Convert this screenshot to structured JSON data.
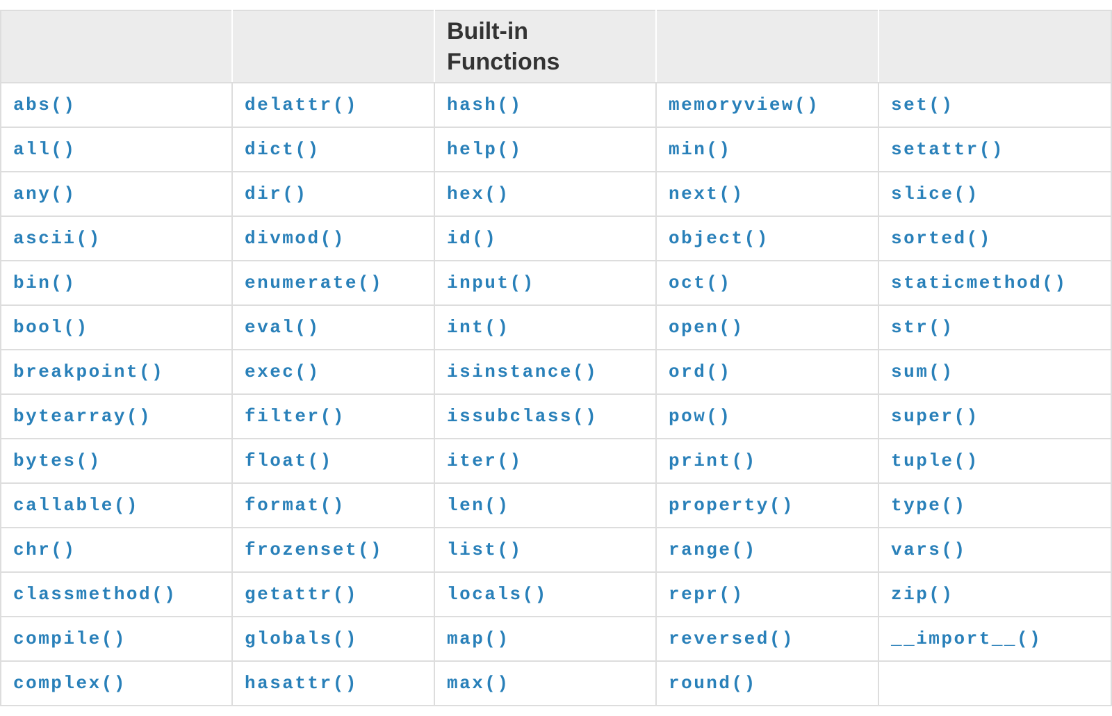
{
  "table": {
    "title": "Built-in Functions",
    "header_cells": [
      "",
      "",
      "Built-in Functions",
      "",
      ""
    ],
    "rows": [
      [
        "abs()",
        "delattr()",
        "hash()",
        "memoryview()",
        "set()"
      ],
      [
        "all()",
        "dict()",
        "help()",
        "min()",
        "setattr()"
      ],
      [
        "any()",
        "dir()",
        "hex()",
        "next()",
        "slice()"
      ],
      [
        "ascii()",
        "divmod()",
        "id()",
        "object()",
        "sorted()"
      ],
      [
        "bin()",
        "enumerate()",
        "input()",
        "oct()",
        "staticmethod()"
      ],
      [
        "bool()",
        "eval()",
        "int()",
        "open()",
        "str()"
      ],
      [
        "breakpoint()",
        "exec()",
        "isinstance()",
        "ord()",
        "sum()"
      ],
      [
        "bytearray()",
        "filter()",
        "issubclass()",
        "pow()",
        "super()"
      ],
      [
        "bytes()",
        "float()",
        "iter()",
        "print()",
        "tuple()"
      ],
      [
        "callable()",
        "format()",
        "len()",
        "property()",
        "type()"
      ],
      [
        "chr()",
        "frozenset()",
        "list()",
        "range()",
        "vars()"
      ],
      [
        "classmethod()",
        "getattr()",
        "locals()",
        "repr()",
        "zip()"
      ],
      [
        "compile()",
        "globals()",
        "map()",
        "reversed()",
        "__import__()"
      ],
      [
        "complex()",
        "hasattr()",
        "max()",
        "round()",
        ""
      ]
    ],
    "colors": {
      "link": "#2980b9",
      "header_bg": "#ececec",
      "border": "#dddddd",
      "header_text": "#333333"
    }
  }
}
